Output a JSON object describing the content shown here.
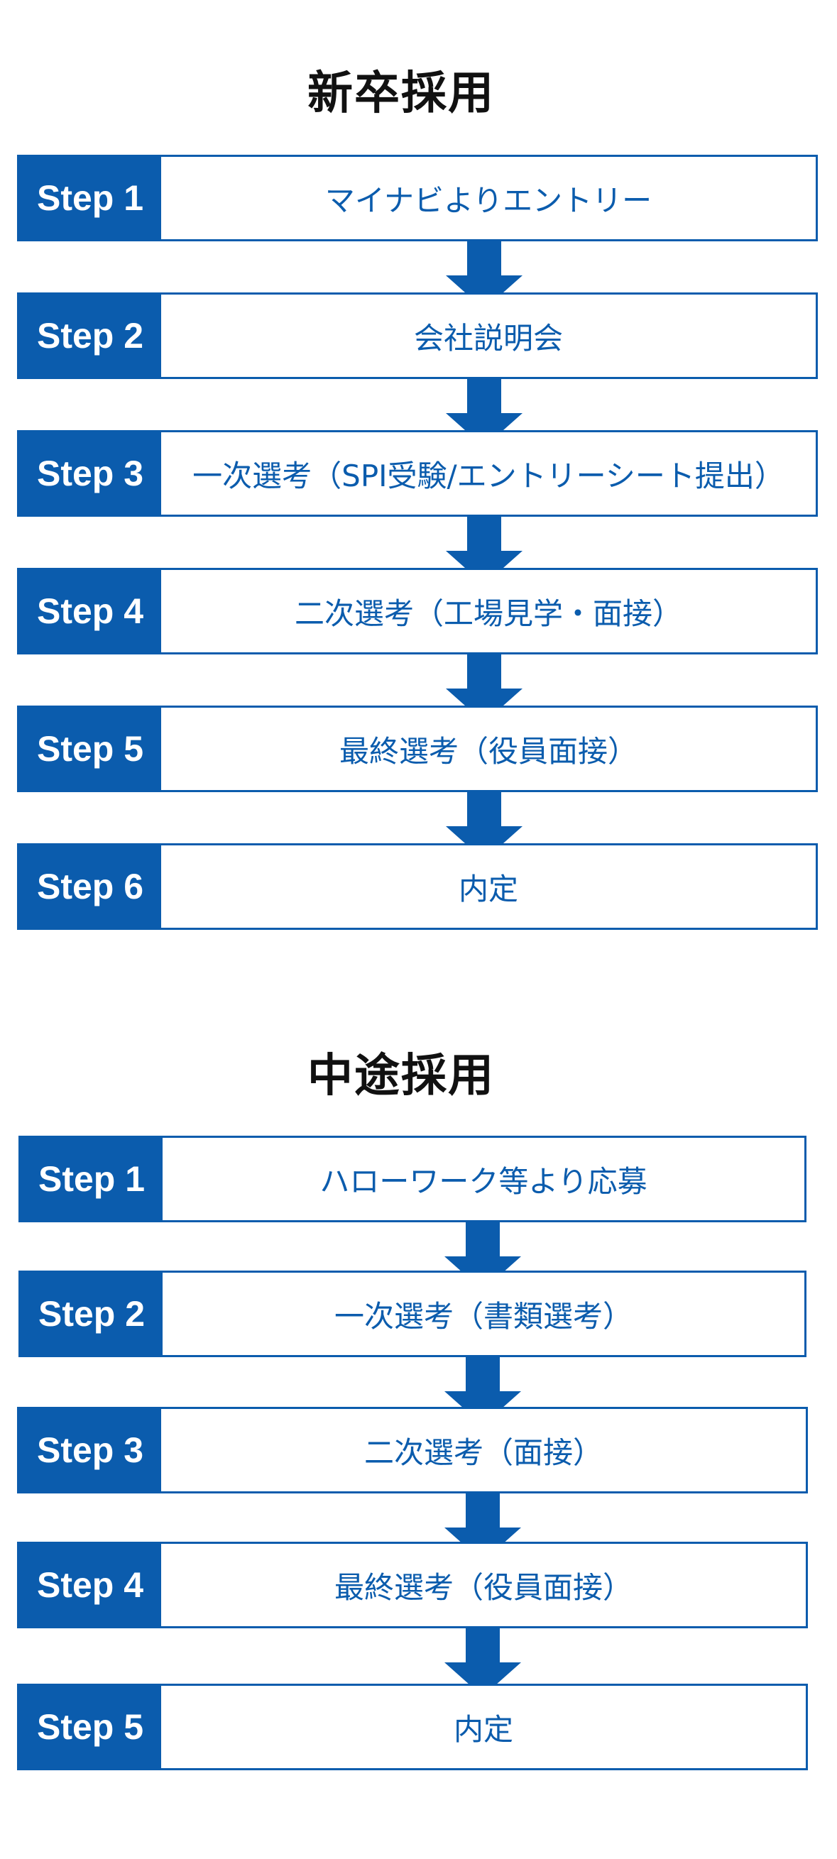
{
  "colors": {
    "accent": "#0b5cad",
    "title": "#111111",
    "background": "#ffffff"
  },
  "new_graduate": {
    "title": "新卒採用",
    "steps": [
      {
        "badge": "Step 1",
        "label": "マイナビよりエントリー"
      },
      {
        "badge": "Step 2",
        "label": "会社説明会"
      },
      {
        "badge": "Step 3",
        "label": "一次選考（SPI受験/エントリーシート提出）"
      },
      {
        "badge": "Step 4",
        "label": "二次選考（工場見学・面接）"
      },
      {
        "badge": "Step 5",
        "label": "最終選考（役員面接）"
      },
      {
        "badge": "Step 6",
        "label": "内定"
      }
    ]
  },
  "mid_career": {
    "title": "中途採用",
    "steps": [
      {
        "badge": "Step 1",
        "label": "ハローワーク等より応募"
      },
      {
        "badge": "Step 2",
        "label": "一次選考（書類選考）"
      },
      {
        "badge": "Step 3",
        "label": "二次選考（面接）"
      },
      {
        "badge": "Step 4",
        "label": "最終選考（役員面接）"
      },
      {
        "badge": "Step 5",
        "label": "内定"
      }
    ]
  }
}
